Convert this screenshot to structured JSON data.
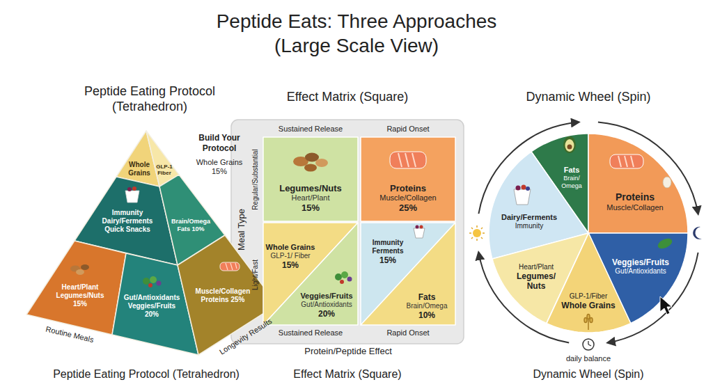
{
  "diagram": {
    "title": "Peptide Eats: Three Approaches (Large Scale View)",
    "nodes": [
      {
        "text": [
          "Whole Grains"
        ]
      },
      {
        "text": [
          "GLP-1 Fiber"
        ]
      },
      {
        "text": [
          "Immunity Dairy/Ferments Quick Snacks"
        ]
      },
      {
        "text": [
          "Brain/Omega Fats 10%"
        ]
      },
      {
        "text": [
          "Heart/Plant Legumes/Nuts 15%"
        ]
      },
      {
        "text": [
          "Gut/Antioxidants Veggies/Fruits 20%"
        ]
      },
      {
        "text": [
          "Muscle/Collagen Proteins 25%"
        ]
      },
      {
        "text": [
          "Legumes/Nuts",
          "Heart/Plant",
          "15%"
        ]
      },
      {
        "text": [
          "Proteins",
          "Muscle/Collagen",
          "25%"
        ]
      },
      {
        "text": [
          "Whole Grains",
          "GLP-1/ Fiber",
          "15%"
        ]
      },
      {
        "text": [
          "Veggies/Fruits",
          "Gut/Antioxidants",
          "20%"
        ]
      },
      {
        "text": [
          "Immunity Ferments",
          "15%"
        ]
      },
      {
        "text": [
          "Fats",
          "Brain/Omega",
          "10%"
        ]
      },
      {
        "text": [
          "Fats",
          "Brain/ Omega"
        ]
      },
      {
        "text": [
          "Proteins",
          "Muscle/Collagen"
        ]
      },
      {
        "text": [
          "Dairy/Ferments",
          "Immunity"
        ]
      },
      {
        "text": [
          "Veggies/Fruits",
          "Gut/Antioxidants"
        ]
      },
      {
        "text": [
          "Heart/Plant",
          "Legumes/ Nuts"
        ]
      },
      {
        "text": [
          "GLP-1/Fiber",
          "Whole Grains"
        ]
      }
    ],
    "labels": [
      "Peptide Eating Protocol (Tetrahedron)",
      "Build Your Protocol",
      "Whole Grains 15%",
      "Routine Meals",
      "Longevity Results",
      "Peptide Eating Protocol (Tetrahedron)",
      "Effect Matrix (Square)",
      "Sustained Release",
      "Rapid Onset",
      "Meal Type",
      "Regular/Substantial",
      "Light/Fast",
      "Sustained Release",
      "Rapid Onset",
      "Protein/Peptide Effect",
      "Effect Matrix (Square)",
      "Dynamic Wheel (Spin)",
      "daily balance",
      "Dynamic Wheel (Spin)"
    ]
  }
}
